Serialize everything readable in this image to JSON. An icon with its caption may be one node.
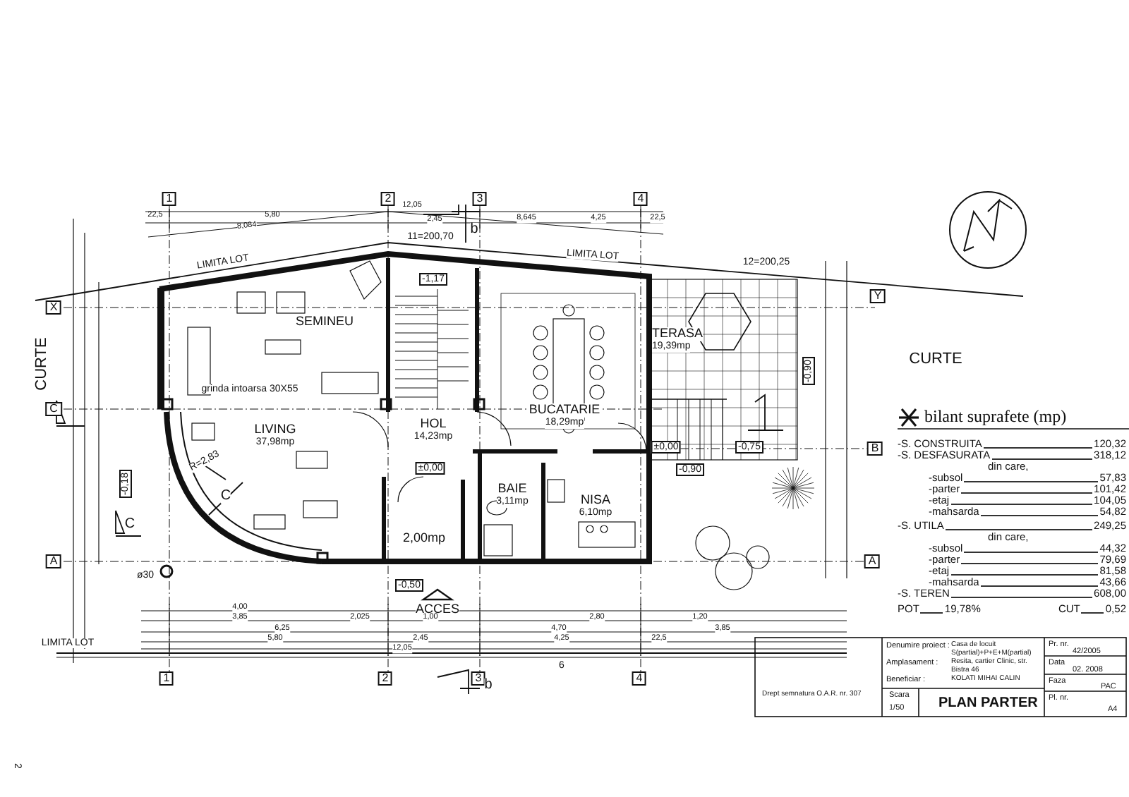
{
  "diagram": {
    "nodes": [
      {
        "text": [
          "LIVING",
          "37,98mp"
        ]
      },
      {
        "text": [
          "HOL",
          "14,23mp"
        ]
      },
      {
        "text": [
          "BUCATARIE",
          "18,29mp"
        ]
      },
      {
        "text": [
          "BAIE",
          "3,11mp"
        ]
      },
      {
        "text": [
          "NISA",
          "6,10mp"
        ]
      },
      {
        "text": [
          "TERASA",
          "19,39mp"
        ]
      },
      {
        "text": [
          "2,00mp"
        ]
      }
    ],
    "labels": [
      "1",
      "2",
      "3",
      "4",
      "22,5",
      "5,80",
      "12,05",
      "2,45",
      "8,645",
      "4,25",
      "22,5",
      "8,084",
      "b",
      "11=200,70",
      "LIMITA LOT",
      "LIMITA LOT",
      "12=200,25",
      "X",
      "Y",
      "SEMINEU",
      "-1,17",
      "CURTE",
      "grinda intoarsa 30X55",
      "C",
      "R=2,83",
      "±0,00",
      "-0,18",
      "C",
      "C",
      "A",
      "ø30",
      "-0,50",
      "ACCES",
      "-0,90",
      "±0,00",
      "-0,75",
      "-0,90",
      "B",
      "A",
      "CURTE",
      "4,00",
      "3,85",
      "2,025",
      "1,00",
      "2,80",
      "1,20",
      "6,25",
      "4,70",
      "3,85",
      "LIMITA LOT",
      "5,80",
      "2,45",
      "4,25",
      "22,5",
      "12,05",
      "6",
      "1",
      "2",
      "3",
      "4",
      "b",
      "2",
      "bilant suprafete (mp)",
      "-S. CONSTRUITA",
      "120,32",
      "-S. DESFASURATA",
      "318,12",
      "din care,",
      "-subsol",
      "57,83",
      "-parter",
      "101,42",
      "-etaj",
      "104,05",
      "-mahsarda",
      "54,82",
      "-S. UTILA",
      "249,25",
      "din care,",
      "-subsol",
      "44,32",
      "-parter",
      "79,69",
      "-etaj",
      "81,58",
      "-mahsarda",
      "43,66",
      "-S. TEREN",
      "608,00",
      "POT",
      "19,78%",
      "CUT",
      "0,52",
      "Drept semnatura O.A.R. nr. 307",
      "Denumire proiect :",
      "Casa de locuit S(partial)+P+E+M(partial)",
      "Amplasament :",
      "Resita, cartier Clinic, str. Bistra 46",
      "Beneficiar :",
      "KOLATI MIHAI CALIN",
      "Pr. nr.",
      "42/2005",
      "Data",
      "02. 2008",
      "Faza",
      "PAC",
      "Scara",
      "1/50",
      "PLAN PARTER",
      "Pl. nr.",
      "A4"
    ]
  }
}
